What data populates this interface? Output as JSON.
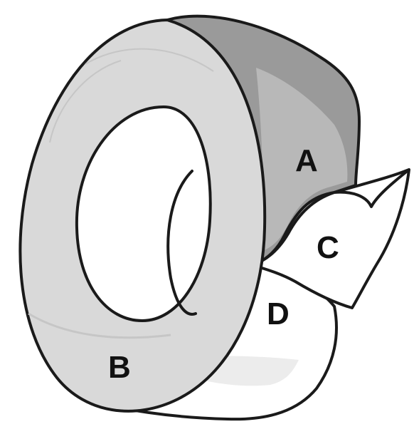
{
  "figure": {
    "labels": {
      "a": "A",
      "b": "B",
      "c": "C",
      "d": "D"
    },
    "colors": {
      "outline": "#1a1a1a",
      "side_face": "#d9d9d9",
      "side_face_shadow": "#c6c6c6",
      "outer_band_dark": "#9a9a9a",
      "outer_band_mid": "#b8b8b8",
      "tape_strip": "#ffffff",
      "background": "#ffffff"
    }
  }
}
